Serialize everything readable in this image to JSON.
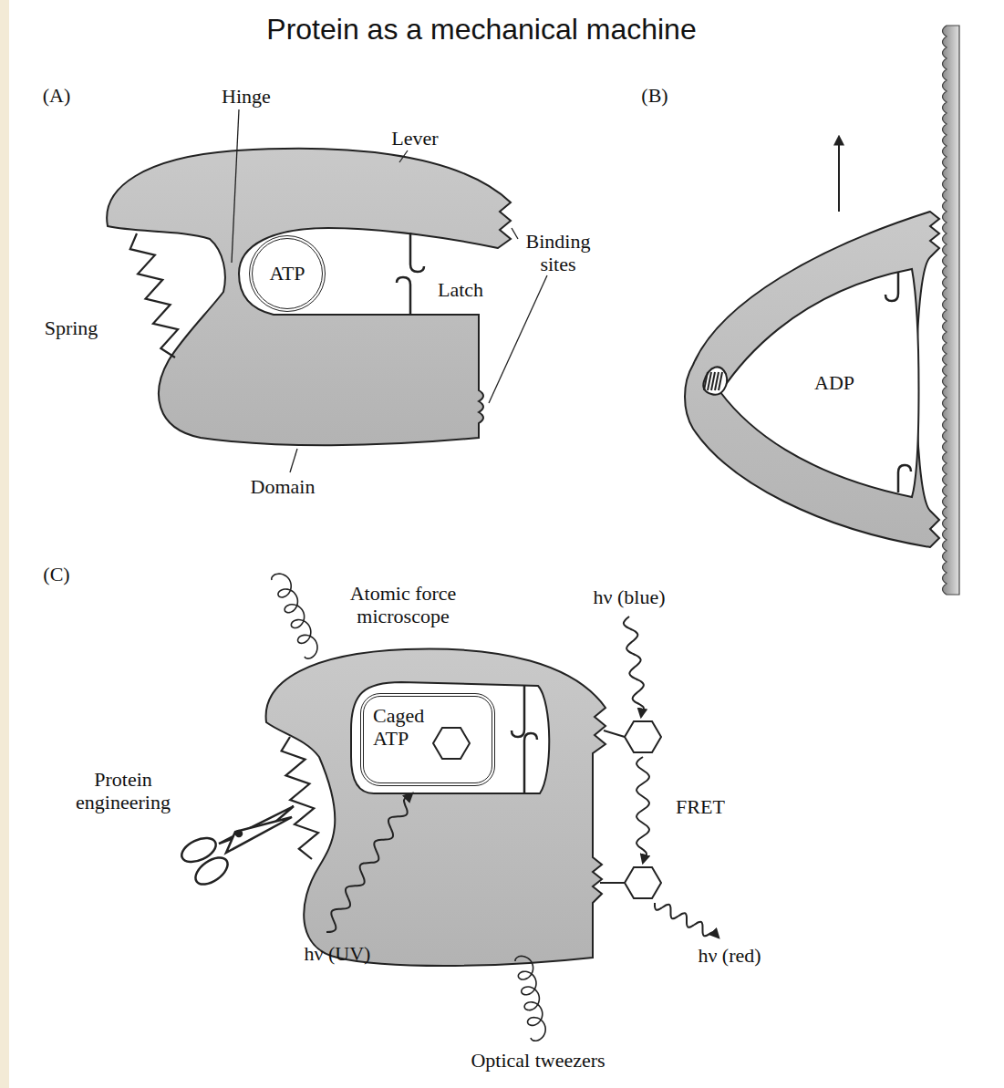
{
  "diagram": {
    "title": "Protein as a mechanical machine",
    "nodes": [
      {
        "text": [
          "ATP"
        ]
      },
      {
        "text": [
          "Caged ATP"
        ]
      }
    ],
    "labels": [
      "(A)",
      "Hinge",
      "Lever",
      "Binding sites",
      "Spring",
      "Latch",
      "Domain",
      "(B)",
      "ADP",
      "(C)",
      "Atomic force microscope",
      "hν (blue)",
      "FRET",
      "Protein engineering",
      "hν (UV)",
      "hν (red)",
      "Optical tweezers"
    ]
  }
}
